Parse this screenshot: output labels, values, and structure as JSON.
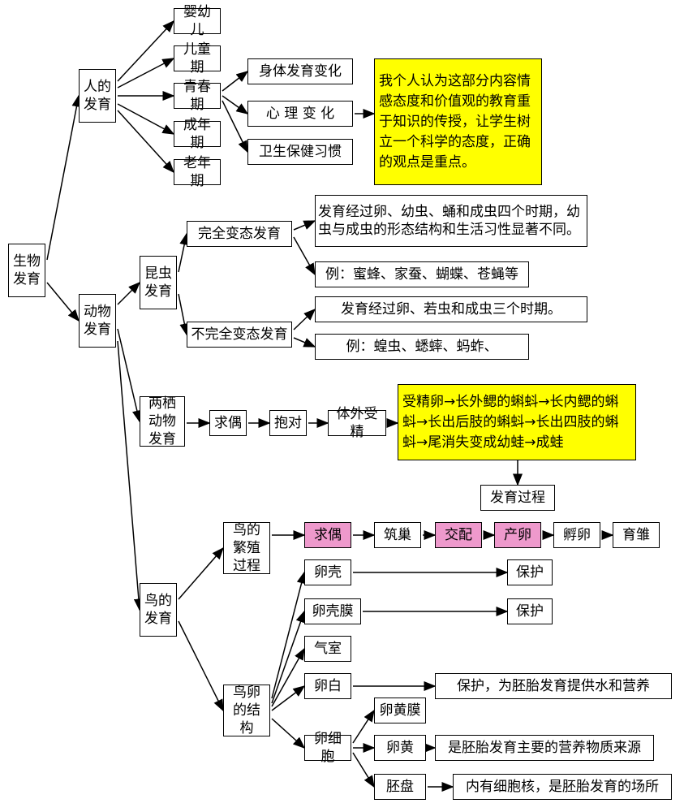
{
  "nodes": {
    "root": "生物发育",
    "human": "人的发育",
    "infant": "婴幼儿",
    "child": "儿童期",
    "youth": "青春期",
    "adult": "成年期",
    "elder": "老年期",
    "body_change": "身体发育变化",
    "mind_change": "心 理 变 化",
    "hygiene": "卫生保健习惯",
    "teacher_note": "我个人认为这部分内容情感态度和价值观的教育重于知识的传授，让学生树立一个科学的态度，正确的观点是重点。",
    "animal": "动物发育",
    "insect": "昆虫发育",
    "complete": "完全变态发育",
    "complete_desc": "发育经过卵、幼虫、蛹和成虫四个时期，幼虫与成虫的形态结构和生活习性显著不同。",
    "complete_eg": "例：蜜蜂、家蚕、蝴蝶、苍蝇等",
    "incomplete": "不完全变态发育",
    "incomplete_desc": "发育经过卵、若虫和成虫三个时期。",
    "incomplete_eg": "例：蝗虫、蟋蟀、蚂蚱、",
    "amphibian": "两栖动物发育",
    "courtship1": "求偶",
    "embrace": "抱对",
    "ext_fert": "体外受精",
    "frog_process": "受精卵→长外鳃的蝌蚪→长内鳃的蝌蚪→长出后肢的蝌蚪→长出四肢的蝌蚪→尾消失变成幼蛙→成蛙",
    "dev_process": "发育过程",
    "bird": "鸟的发育",
    "bird_repro": "鸟的繁殖过程",
    "courtship2": "求偶",
    "nest": "筑巢",
    "mating": "交配",
    "lay_egg": "产卵",
    "incubate": "孵卵",
    "rear": "育雏",
    "egg_struct": "鸟卵的结构",
    "shell": "卵壳",
    "shell_membrane": "卵壳膜",
    "air_chamber": "气室",
    "albumen": "卵白",
    "egg_cell": "卵细胞",
    "protect1": "保护",
    "protect2": "保护",
    "albumen_fn": "保护，为胚胎发育提供水和营养",
    "yolk_membrane": "卵黄膜",
    "yolk": "卵黄",
    "yolk_fn": "是胚胎发育主要的营养物质来源",
    "blastodisc": "胚盘",
    "blastodisc_fn": "内有细胞核，是胚胎发育的场所"
  },
  "colors": {
    "note_fill": "#ffff00",
    "highlight_fill": "#ee99cc",
    "line": "#000000"
  }
}
